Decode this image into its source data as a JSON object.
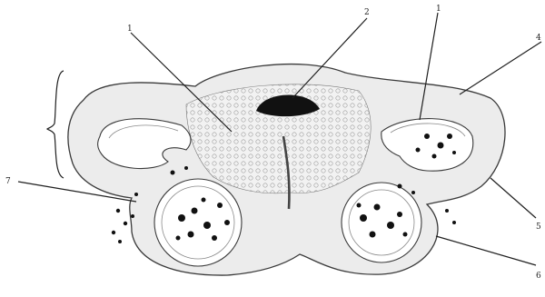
{
  "figure": {
    "callouts": [
      {
        "id": "c1a",
        "label": "1"
      },
      {
        "id": "c2",
        "label": "2"
      },
      {
        "id": "c1b",
        "label": "1"
      },
      {
        "id": "c4",
        "label": "4"
      },
      {
        "id": "c5",
        "label": "5"
      },
      {
        "id": "c6",
        "label": "6"
      },
      {
        "id": "c7",
        "label": "7"
      }
    ]
  }
}
